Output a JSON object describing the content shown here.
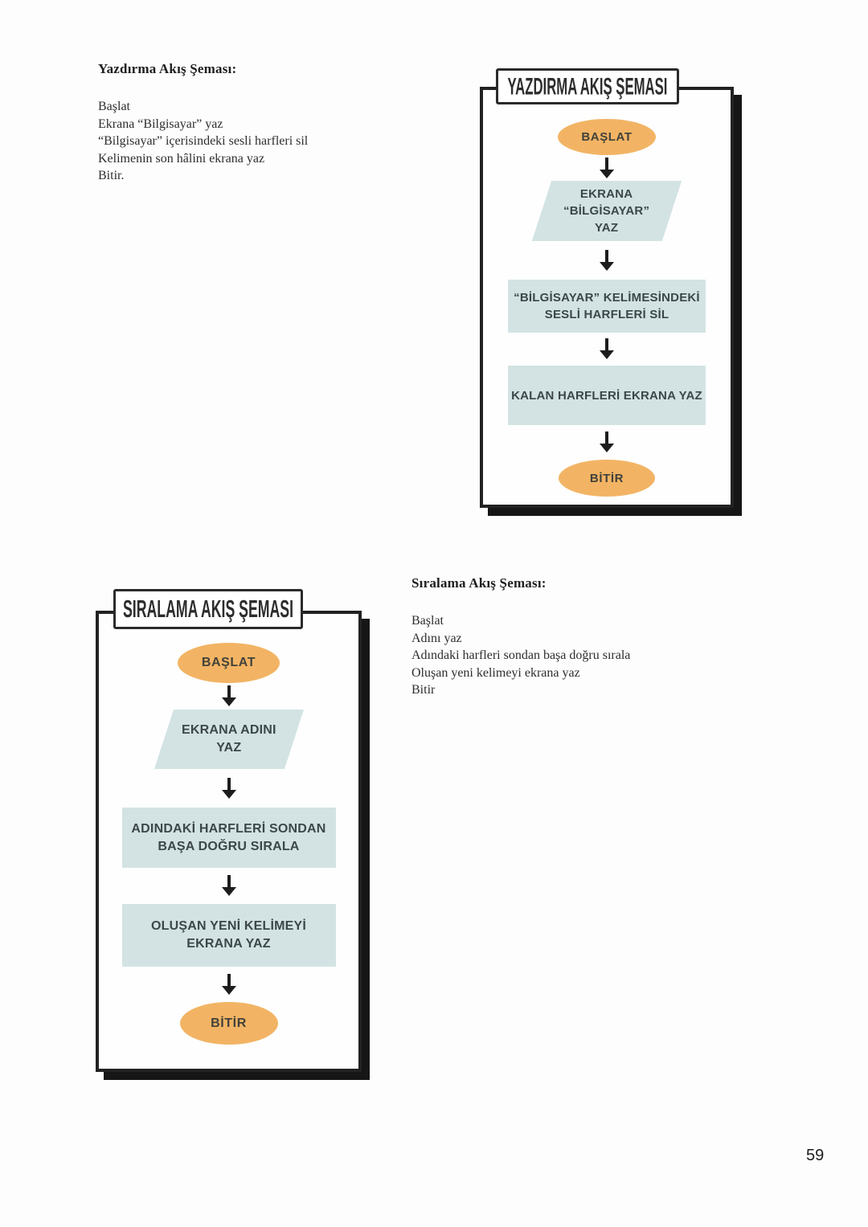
{
  "left_text": {
    "title": "Yazdırma Akış Şeması:",
    "lines": [
      "Başlat",
      "Ekrana “Bilgisayar” yaz",
      "“Bilgisayar” içerisindeki sesli harfleri sil",
      "Kelimenin son hâlini ekrana yaz",
      "Bitir."
    ]
  },
  "right_text": {
    "title": "Sıralama Akış Şeması:",
    "lines": [
      "Başlat",
      "Adını yaz",
      "Adındaki harfleri sondan başa doğru sırala",
      "Oluşan yeni kelimeyi ekrana yaz",
      "Bitir"
    ]
  },
  "flowchart_print": {
    "title": "YAZDIRMA AKIŞ ŞEMASI",
    "start_label": "BAŞLAT",
    "io_lines": [
      "EKRANA",
      "“BİLGİSAYAR”",
      "YAZ"
    ],
    "process1_lines": [
      "“BİLGİSAYAR” KELİMESİNDEKİ",
      "SESLİ HARFLERİ SİL"
    ],
    "process2_lines": [
      "KALAN HARFLERİ EKRANA YAZ"
    ],
    "end_label": "BİTİR"
  },
  "flowchart_sort": {
    "title": "SIRALAMA AKIŞ ŞEMASI",
    "start_label": "BAŞLAT",
    "io_lines": [
      "EKRANA ADINI",
      "YAZ"
    ],
    "process1_lines": [
      "ADINDAKİ HARFLERİ SONDAN",
      "BAŞA DOĞRU SIRALA"
    ],
    "process2_lines": [
      "OLUŞAN YENİ KELİMEYİ",
      "EKRANA YAZ"
    ],
    "end_label": "BİTİR"
  },
  "page_number": "59",
  "colors": {
    "terminal_fill": "#F2B464",
    "step_fill": "#D3E3E3",
    "outline": "#1D1D1D"
  }
}
